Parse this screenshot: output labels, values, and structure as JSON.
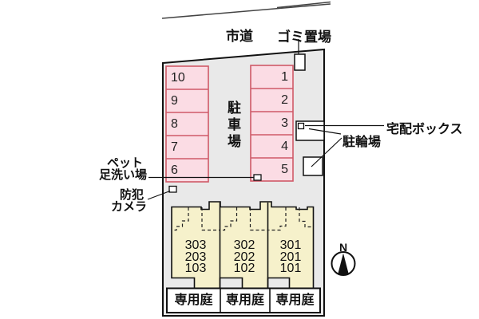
{
  "plan": {
    "road_label": "市道",
    "garbage_label": "ゴミ置場",
    "delivery_box_label": "宅配ボックス",
    "bicycle_parking_label": "駐輪場",
    "pet_wash_label_line1": "ペット",
    "pet_wash_label_line2": "足洗い場",
    "camera_label_line1": "防犯",
    "camera_label_line2": "カメラ",
    "parking": {
      "area_label": "駐車場",
      "left_spaces": [
        "10",
        "9",
        "8",
        "7",
        "6"
      ],
      "right_spaces": [
        "1",
        "2",
        "3",
        "4",
        "5"
      ]
    },
    "building": {
      "units": [
        {
          "rows": [
            "303",
            "203",
            "103"
          ],
          "garden_label": "専用庭"
        },
        {
          "rows": [
            "302",
            "202",
            "102"
          ],
          "garden_label": "専用庭"
        },
        {
          "rows": [
            "301",
            "201",
            "101"
          ],
          "garden_label": "専用庭"
        }
      ]
    },
    "compass": {
      "north_label": "N"
    },
    "colors": {
      "site_fill": "#e9e9e9",
      "parking_fill": "#fbdce4",
      "parking_border": "#d05a68",
      "building_fill": "#f6f1cb",
      "line": "#111111"
    }
  }
}
